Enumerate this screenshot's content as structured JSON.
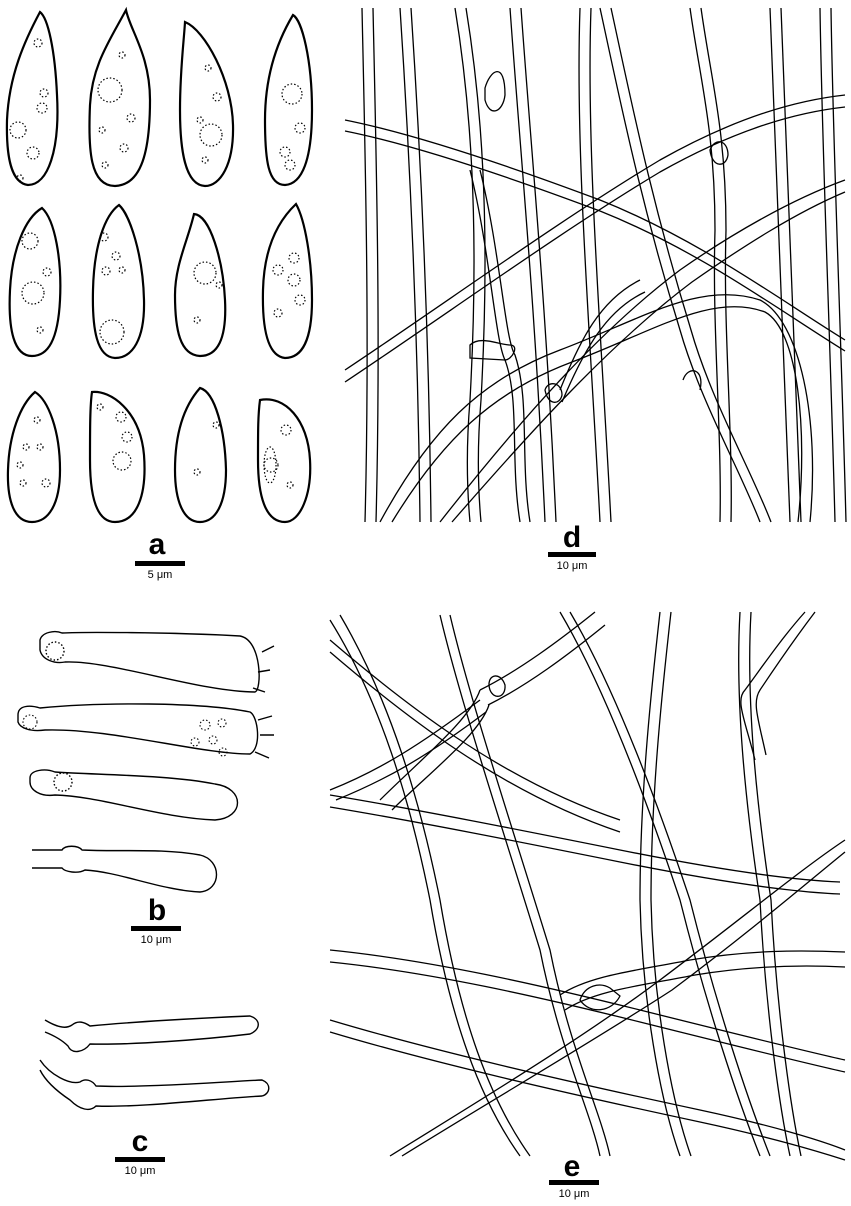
{
  "figure": {
    "background": "#ffffff",
    "ink": "#000000",
    "panels": [
      {
        "id": "a",
        "letter": "a",
        "scale_label": "5 μm",
        "subject": "basidiospores"
      },
      {
        "id": "b",
        "letter": "b",
        "scale_label": "10 μm",
        "subject": "basidia and basidioles"
      },
      {
        "id": "c",
        "letter": "c",
        "scale_label": "10 μm",
        "subject": "cystidioles"
      },
      {
        "id": "d",
        "letter": "d",
        "scale_label": "10 μm",
        "subject": "hyphae from subiculum"
      },
      {
        "id": "e",
        "letter": "e",
        "scale_label": "10 μm",
        "subject": "hyphae from trama"
      }
    ]
  }
}
